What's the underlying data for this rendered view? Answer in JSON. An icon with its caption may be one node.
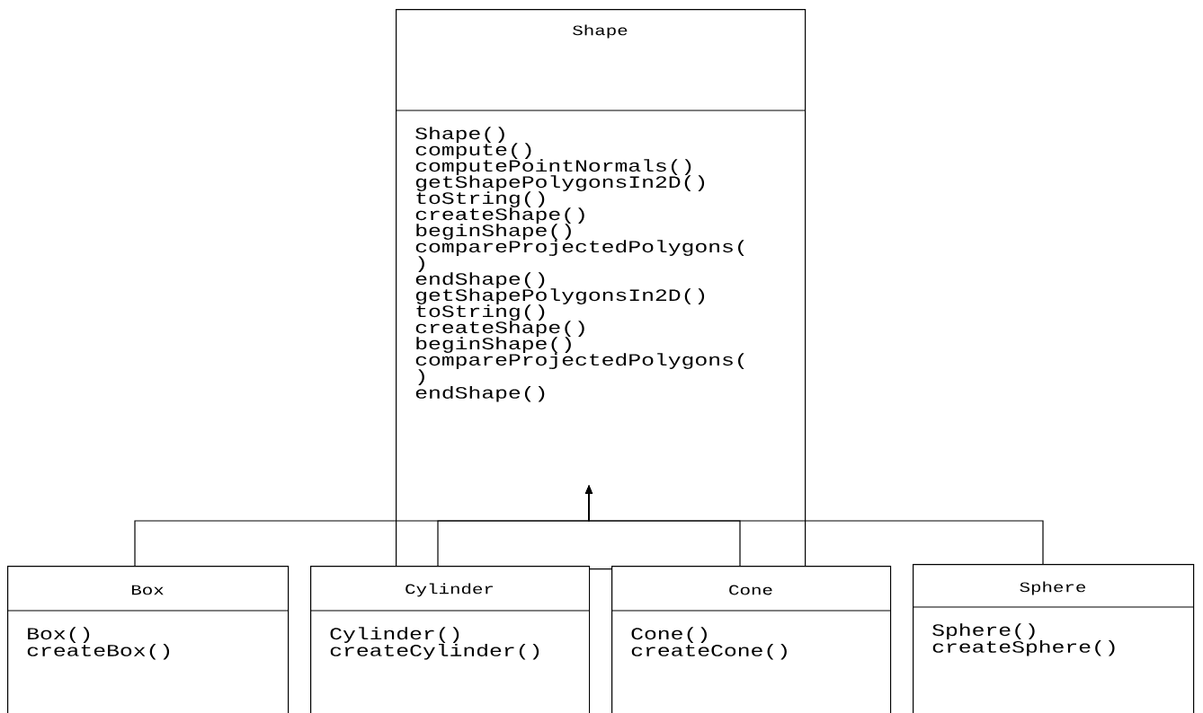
{
  "diagram": {
    "nodes": [
      {
        "text": [
          "Shape",
          "Shape()",
          "compute()",
          "computePointNormals()",
          "getShapePolygonsIn2D()",
          "toString()",
          "createShape()",
          "beginShape()",
          "compareProjectedPolygons( )",
          "endShape()",
          "getShapePolygonsIn2D()",
          "toString()",
          "createShape()",
          "beginShape()",
          "compareProjectedPolygons( )",
          "endShape()"
        ]
      },
      {
        "text": [
          "Box",
          "Box()",
          "createBox()"
        ]
      },
      {
        "text": [
          "Cylinder",
          "Cylinder()",
          "createCylinder()"
        ]
      },
      {
        "text": [
          "Cone",
          "Cone()",
          "createCone()"
        ]
      },
      {
        "text": [
          "Sphere",
          "Sphere()",
          "createSphere()"
        ]
      }
    ],
    "edges": [
      {
        "from": 1,
        "to": 0,
        "arrow": "to"
      },
      {
        "from": 2,
        "to": 0,
        "arrow": "to"
      },
      {
        "from": 3,
        "to": 0,
        "arrow": "to"
      },
      {
        "from": 4,
        "to": 0,
        "arrow": "to"
      }
    ]
  }
}
